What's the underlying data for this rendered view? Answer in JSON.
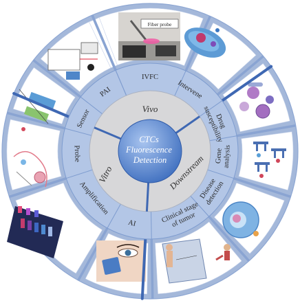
{
  "center": {
    "lines": [
      "CTCs",
      "Fluorescence",
      "Detection"
    ]
  },
  "groups": [
    {
      "id": "vivo",
      "label": "Vivo"
    },
    {
      "id": "vitro",
      "label": "Vitro"
    },
    {
      "id": "downstream",
      "label": "Downstream"
    }
  ],
  "categories": [
    {
      "id": "ivfc",
      "lines": [
        "IVFC"
      ]
    },
    {
      "id": "intervene",
      "lines": [
        "Intervene"
      ]
    },
    {
      "id": "drug-susceptibility",
      "lines": [
        "Drug",
        "susceptibility"
      ]
    },
    {
      "id": "gene-analysis",
      "lines": [
        "Gene",
        "analysis"
      ]
    },
    {
      "id": "disease-detection",
      "lines": [
        "Disease",
        "detection"
      ]
    },
    {
      "id": "clinical-stage",
      "lines": [
        "Clinical stage",
        "of tumor"
      ]
    },
    {
      "id": "ai",
      "lines": [
        "AI"
      ]
    },
    {
      "id": "amplification",
      "lines": [
        "Amplification"
      ]
    },
    {
      "id": "probe",
      "lines": [
        "Probe"
      ]
    },
    {
      "id": "sensor",
      "lines": [
        "Sensor"
      ]
    },
    {
      "id": "pai",
      "lines": [
        "PAI"
      ]
    }
  ],
  "outer_labels": {
    "fiber_probe": "Fiber probe"
  },
  "colors": {
    "outer_ring": "#9fb4d8",
    "category_ring": "#b3c6e6",
    "inner_ring": "#d7d7d9",
    "center_light": "#8cb0e6",
    "center_dark": "#4474c1",
    "divider": "#5b7fc0",
    "thick_divider": "#3f68b3"
  }
}
